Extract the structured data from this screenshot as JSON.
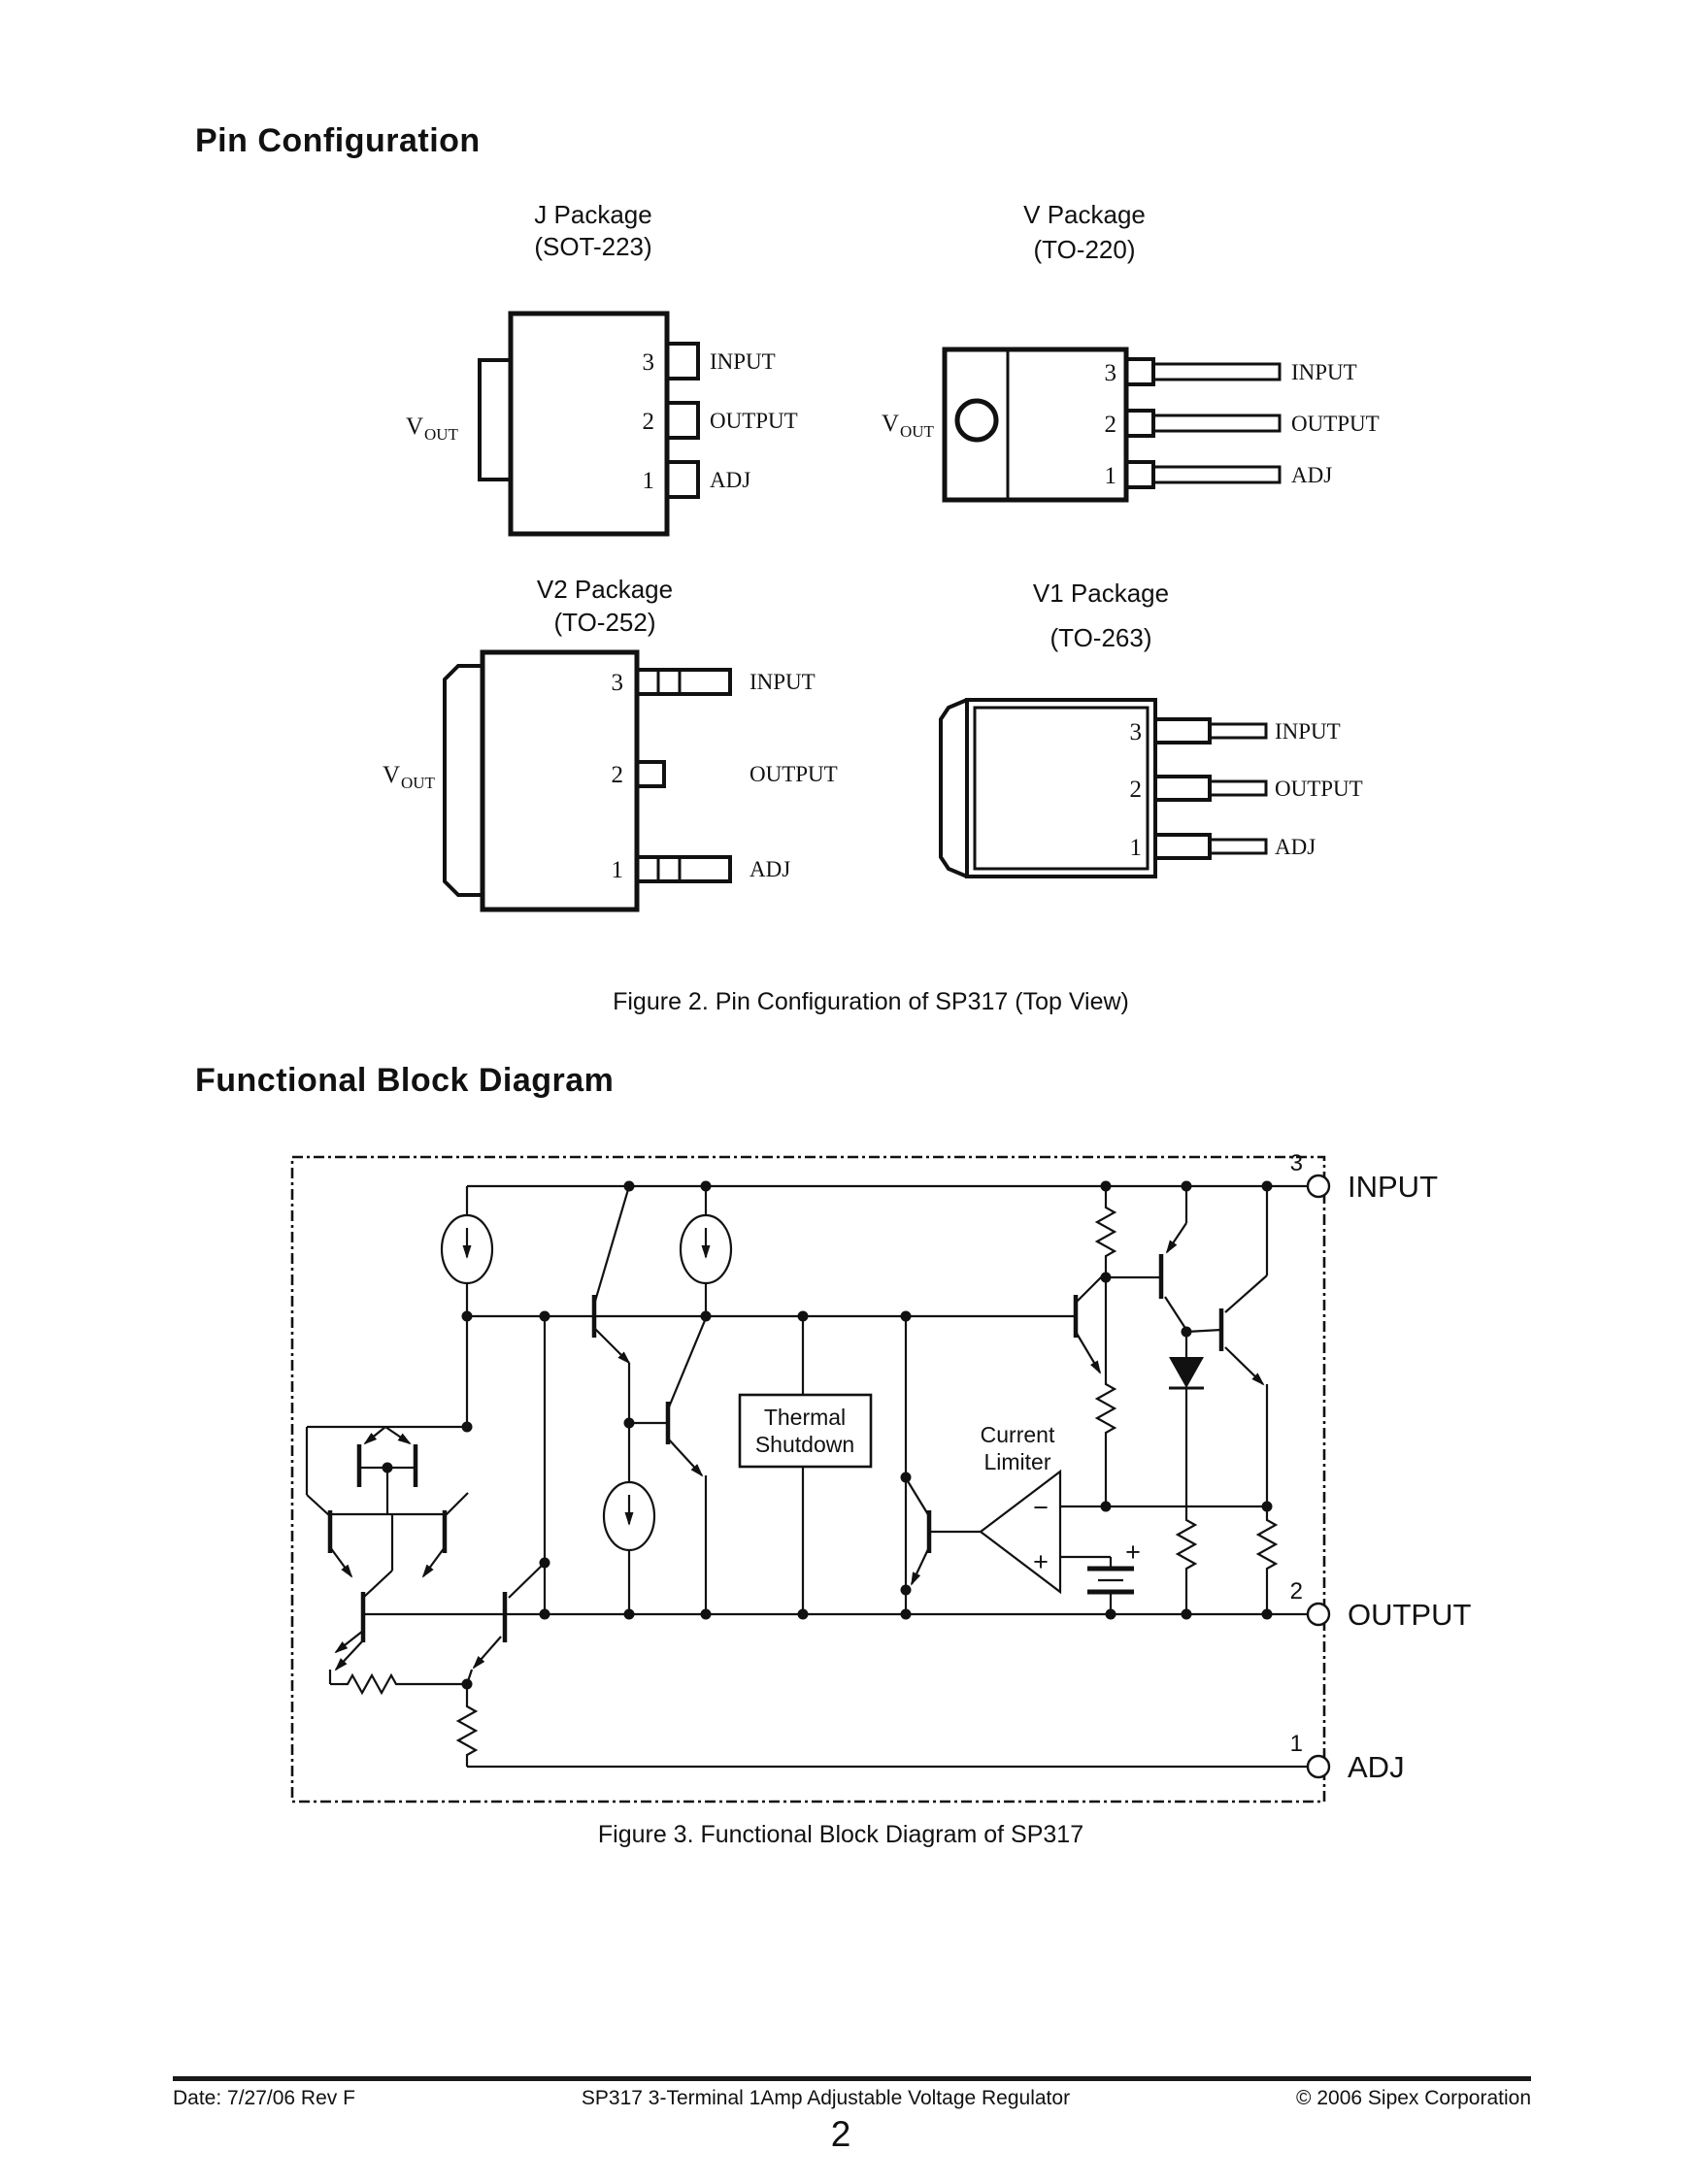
{
  "document": {
    "section1_title": "Pin Configuration",
    "section2_title": "Functional Block Diagram",
    "figure2_caption": "Figure 2. Pin Configuration of SP317 (Top View)",
    "figure3_caption": "Figure 3. Functional Block Diagram of SP317",
    "page_number": "2"
  },
  "footer": {
    "date": "Date: 7/27/06 Rev F",
    "doc_title": "SP317 3-Terminal 1Amp Adjustable Voltage Regulator",
    "copyright": "© 2006 Sipex Corporation"
  },
  "packages": {
    "j": {
      "name": "J Package",
      "variant": "(SOT-223)",
      "vout_main": "V",
      "vout_sub": "OUT",
      "pins": [
        {
          "num": "3",
          "label": "INPUT"
        },
        {
          "num": "2",
          "label": "OUTPUT"
        },
        {
          "num": "1",
          "label": "ADJ"
        }
      ]
    },
    "v": {
      "name": "V Package",
      "variant": "(TO-220)",
      "vout_main": "V",
      "vout_sub": "OUT",
      "pins": [
        {
          "num": "3",
          "label": "INPUT"
        },
        {
          "num": "2",
          "label": "OUTPUT"
        },
        {
          "num": "1",
          "label": "ADJ"
        }
      ]
    },
    "v2": {
      "name": "V2 Package",
      "variant": "(TO-252)",
      "vout_main": "V",
      "vout_sub": "OUT",
      "pins": [
        {
          "num": "3",
          "label": "INPUT"
        },
        {
          "num": "2",
          "label": "OUTPUT"
        },
        {
          "num": "1",
          "label": "ADJ"
        }
      ]
    },
    "v1": {
      "name": "V1 Package",
      "variant": "(TO-263)",
      "pins": [
        {
          "num": "3",
          "label": "INPUT"
        },
        {
          "num": "2",
          "label": "OUTPUT"
        },
        {
          "num": "1",
          "label": "ADJ"
        }
      ]
    }
  },
  "block_diagram": {
    "labels": {
      "thermal_line1": "Thermal",
      "thermal_line2": "Shutdown",
      "limiter_line1": "Current",
      "limiter_line2": "Limiter",
      "opamp_minus": "−",
      "opamp_plus": "+",
      "battery_plus": "+"
    },
    "terminals": [
      {
        "num": "3",
        "label": "INPUT"
      },
      {
        "num": "2",
        "label": "OUTPUT"
      },
      {
        "num": "1",
        "label": "ADJ"
      }
    ]
  }
}
